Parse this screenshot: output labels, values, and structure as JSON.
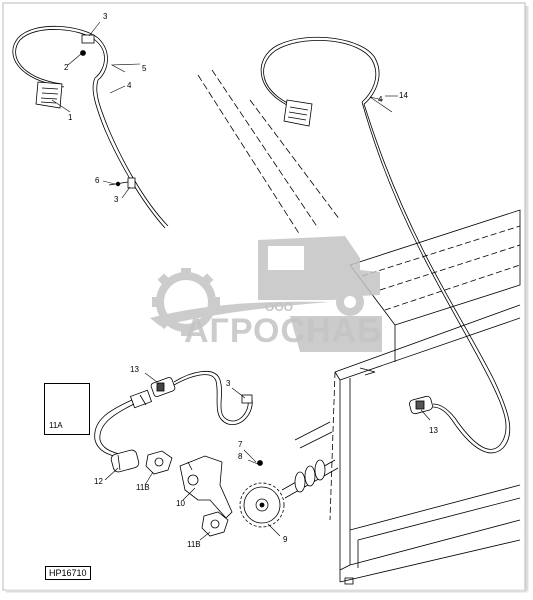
{
  "figure_id": "HP16710",
  "callouts": {
    "c1": "1",
    "c2": "2",
    "c3a": "3",
    "c3b": "3",
    "c3c": "3",
    "c4a": "4",
    "c4b": "4",
    "c5": "5",
    "c6": "6",
    "c7": "7",
    "c8": "8",
    "c9": "9",
    "c10": "10",
    "c11a": "11A",
    "c11b1": "11B",
    "c11b2": "11B",
    "c12": "12",
    "c13a": "13",
    "c13b": "13",
    "c14": "14"
  },
  "watermark": {
    "ooo": "ООО",
    "name": "АГРОСНАБ"
  },
  "colors": {
    "line": "#000000",
    "watermark": "#c4c4c4"
  }
}
